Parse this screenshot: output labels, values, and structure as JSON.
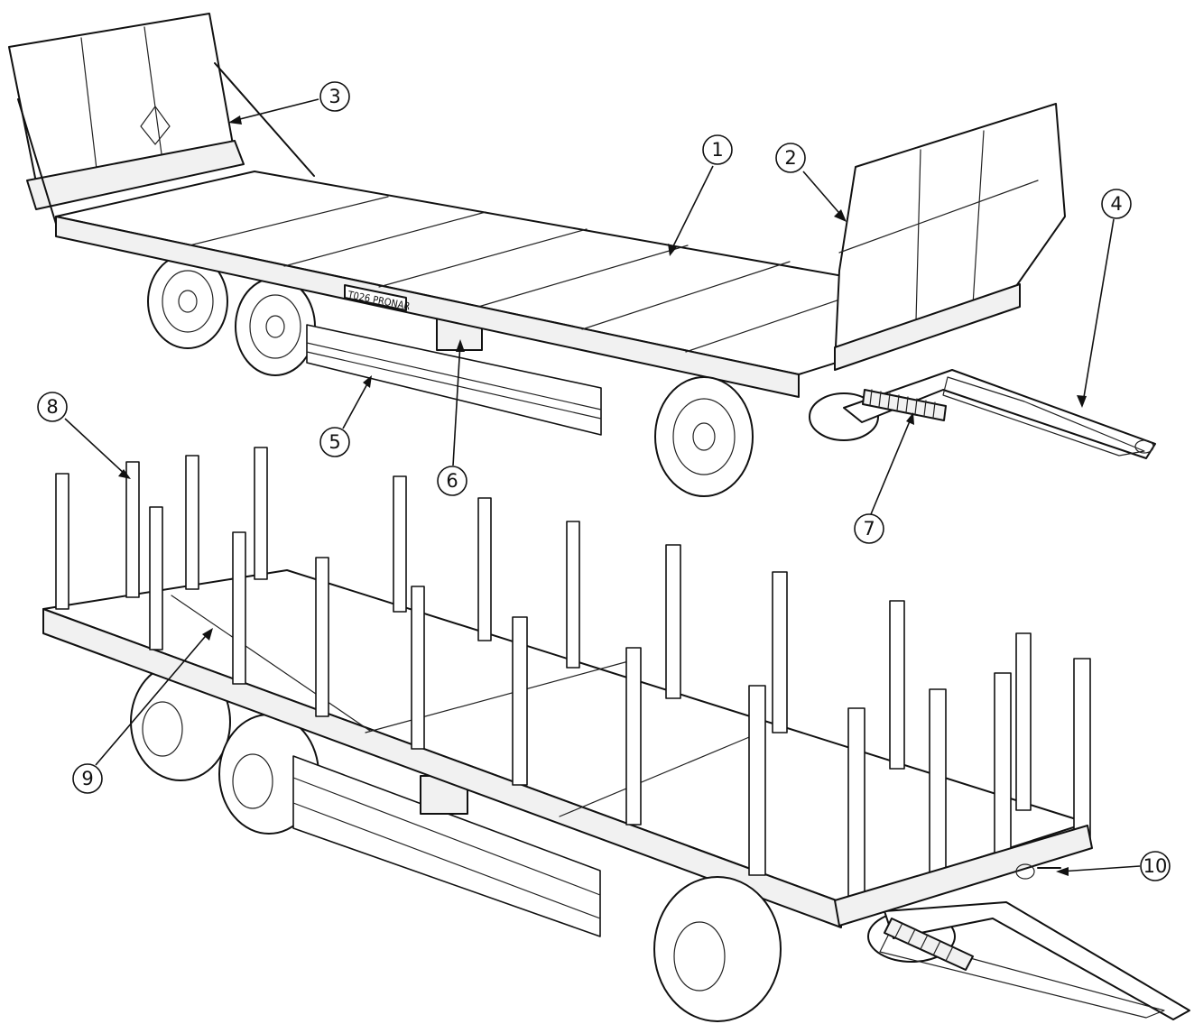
{
  "callouts": [
    {
      "id": "1",
      "text": "1"
    },
    {
      "id": "2",
      "text": "2"
    },
    {
      "id": "3",
      "text": "3"
    },
    {
      "id": "4",
      "text": "4"
    },
    {
      "id": "5",
      "text": "5"
    },
    {
      "id": "6",
      "text": "6"
    },
    {
      "id": "7",
      "text": "7"
    },
    {
      "id": "8",
      "text": "8"
    },
    {
      "id": "9",
      "text": "9"
    },
    {
      "id": "10",
      "text": "10"
    }
  ],
  "plate": {
    "text": "T026 PRONAR"
  }
}
